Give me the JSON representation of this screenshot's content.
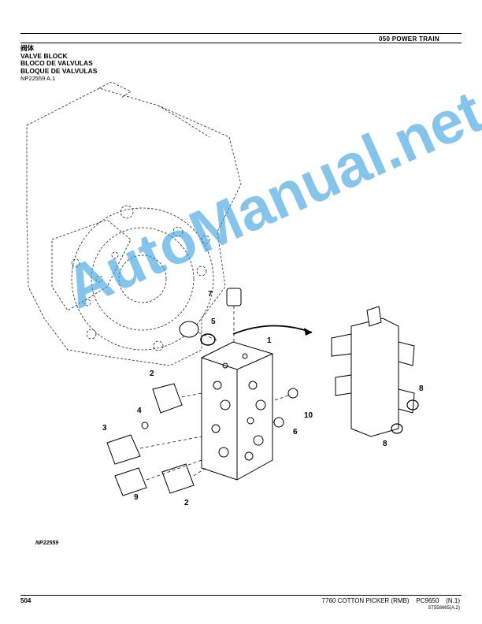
{
  "header": {
    "section": "050 POWER TRAIN",
    "title_cn": "阀体",
    "title_en": "VALVE BLOCK",
    "title_es1": "BLOCO DE VALVULAS",
    "title_es2": "BLOQUE DE VALVULAS",
    "reference": "NP22559 A.1"
  },
  "figure": {
    "label": "NP22559",
    "callouts": [
      "1",
      "2",
      "2",
      "3",
      "4",
      "5",
      "6",
      "7",
      "8",
      "8",
      "9",
      "10"
    ]
  },
  "watermark": "AutoManual.net",
  "footer": {
    "page_number": "504",
    "model": "7760 COTTON PICKER (RMB)    PC9650    (N.1)",
    "code": "ST558665(A.2)"
  }
}
